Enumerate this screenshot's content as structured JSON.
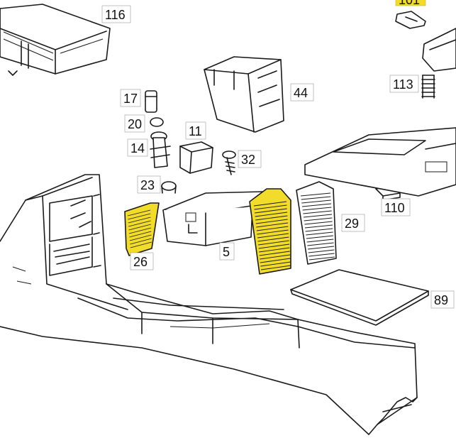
{
  "labels": [
    {
      "id": "116",
      "text": "116"
    },
    {
      "id": "101",
      "text": "101"
    },
    {
      "id": "113",
      "text": "113"
    },
    {
      "id": "44",
      "text": "44"
    },
    {
      "id": "17",
      "text": "17"
    },
    {
      "id": "20",
      "text": "20"
    },
    {
      "id": "14",
      "text": "14"
    },
    {
      "id": "11",
      "text": "11"
    },
    {
      "id": "32",
      "text": "32"
    },
    {
      "id": "23",
      "text": "23"
    },
    {
      "id": "26",
      "text": "26"
    },
    {
      "id": "5",
      "text": "5"
    },
    {
      "id": "29",
      "text": "29"
    },
    {
      "id": "110",
      "text": "110"
    },
    {
      "id": "89",
      "text": "89"
    }
  ],
  "colors": {
    "highlight": "#f2dc2a",
    "line": "#1a1a1a",
    "background": "#ffffff"
  }
}
